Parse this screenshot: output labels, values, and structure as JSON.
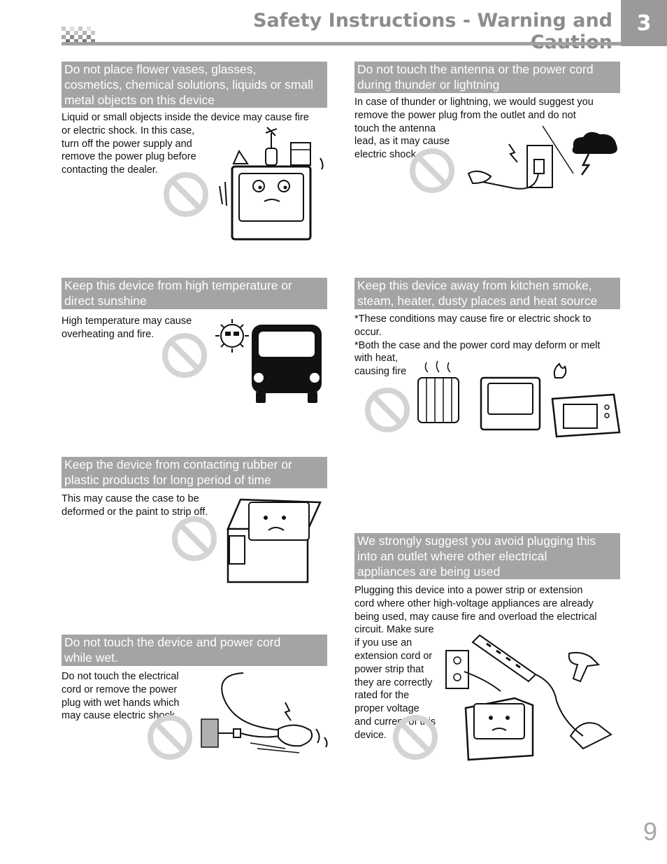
{
  "header": {
    "title": "Safety Instructions - Warning and Caution",
    "chapter": "3"
  },
  "sections": [
    {
      "heading": "Do not place flower vases, glasses,\ncosmetics, chemical solutions, liquids or small\nmetal objects on this device",
      "text": "Liquid or small objects inside the device may cause fire\nor electric shock. In this case,\nturn off the power supply and\nremove the power plug before\ncontacting the dealer."
    },
    {
      "heading": "Do not touch the antenna or the power cord\nduring thunder or lightning",
      "text": "In case of thunder or lightning, we would suggest you\nremove the power plug from the outlet and do not\ntouch the antenna\nlead, as it may cause\nelectric shock."
    },
    {
      "heading": "Keep this device from high temperature or\ndirect sunshine",
      "text": "High temperature may cause\noverheating and fire."
    },
    {
      "heading": "Keep this device away from kitchen smoke,\nsteam, heater, dusty places and heat source",
      "text": "*These conditions may cause fire or electric shock to\n  occur.\n*Both the case and the power cord may deform or melt\nwith heat,\ncausing fire"
    },
    {
      "heading": "Keep the device from contacting rubber or\nplastic products for long period of time",
      "text": "This may cause the case to be\ndeformed or the paint to strip off."
    },
    {
      "heading": "We strongly suggest you avoid plugging this\ninto an outlet where other electrical\nappliances are being used",
      "text": "Plugging this device into a power strip or extension\ncord where other high-voltage appliances are already\nbeing used, may cause fire and overload the electrical\ncircuit. Make sure\nif you use an\nextension cord or\npower strip that\nthey are correctly\nrated for the\nproper voltage\nand current of this\ndevice."
    },
    {
      "heading": "Do not touch the device and power cord\nwhile wet.",
      "text": "Do not touch the electrical\ncord or remove the power\nplug with wet hands which\nmay cause electric shock."
    }
  ],
  "page_number": "9"
}
